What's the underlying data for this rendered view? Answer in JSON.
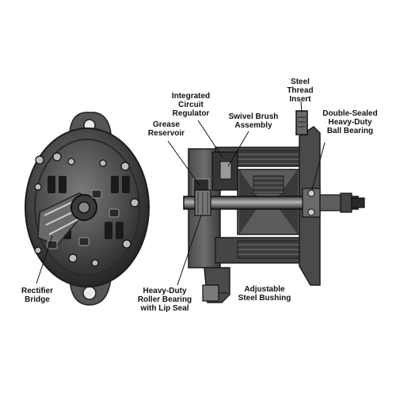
{
  "callouts": {
    "rectifier_bridge": "Rectifier\nBridge",
    "grease_reservoir": "Grease\nReservoir",
    "integrated_circuit_regulator": "Integrated\nCircuit\nRegulator",
    "swivel_brush_assembly": "Swivel Brush\nAssembly",
    "steel_thread_insert": "Steel\nThread\nInsert",
    "double_sealed_ball_bearing": "Double-Sealed\nHeavy-Duty\nBall Bearing",
    "heavy_duty_roller_bearing": "Heavy-Duty\nRoller Bearing\nwith Lip Seal",
    "adjustable_steel_bushing": "Adjustable\nSteel Bushing"
  },
  "colors": {
    "background": "#ffffff",
    "metal_dark": "#2a2a2a",
    "metal_mid": "#5a5a5a",
    "metal_light": "#9a9a9a",
    "label_text": "#111111",
    "leader_line": "#111111"
  },
  "illustration": {
    "left": "alternator-rear-view",
    "right": "alternator-cutaway-view"
  }
}
